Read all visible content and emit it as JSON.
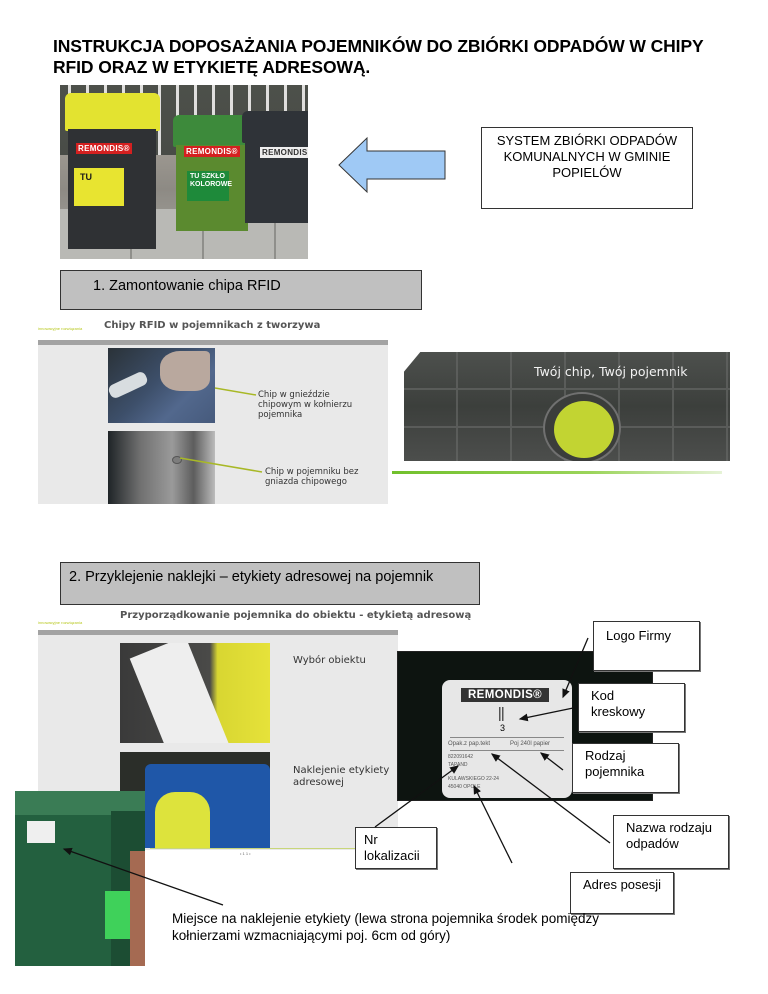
{
  "document": {
    "title": "INSTRUKCJA DOPOSAŻANIA POJEMNIKÓW DO ZBIÓRKI ODPADÓW W CHIPY RFID ORAZ W ETYKIETĘ ADRESOWĄ."
  },
  "header_photo": {
    "bins": [
      {
        "color": "#e3e330",
        "sticker": "REMONDIS®",
        "sign": "TU"
      },
      {
        "color": "#5b8a2f",
        "sticker": "REMONDIS®",
        "sign": "TU SZKŁO KOLOROWE"
      },
      {
        "color": "#2f3338",
        "sticker": "REMONDIS"
      }
    ],
    "arrow_icon": "arrow-left-icon",
    "arrow_color": "#9fc9f5"
  },
  "system_box": {
    "text": "SYSTEM ZBIÓRKI ODPADÓW KOMUNALNYCH W GMINIE POPIELÓW"
  },
  "step1": {
    "label": "1.  Zamontowanie chipa RFID",
    "slide": {
      "title": "Chipy RFID w pojemnikach z tworzywa",
      "tag": "innowacyjne rozwiązania",
      "captions": [
        "Chip w gnieździe chipowym w kołnierzu pojemnika",
        "Chip w pojemniku bez gniazda chipowego"
      ]
    },
    "chip_photo": {
      "text": "Twój chip, Twój pojemnik",
      "chip_color": "#c2d432"
    }
  },
  "step2": {
    "label": "2. Przyklejenie naklejki – etykiety adresowej na pojemnik",
    "slide": {
      "title": "Przyporządkowanie pojemnika do obiektu - etykietą adresową",
      "tag": "innowacyjne rozwiązania",
      "captions": [
        "Wybór obiektu",
        "Naklejenie etykiety adresowej"
      ],
      "footer": "• 1 1 •"
    },
    "label_photo": {
      "logo": "REMONDIS®",
      "number": "3",
      "waste_type": "Opak.z pap.tekt",
      "container_type": "Poj 240l papier",
      "location_no": "822091642",
      "location_name": "TAPAND",
      "address_line1": "KULAWSKIEGO 22-24",
      "address_line2": "45040 OPOLE"
    },
    "callouts": {
      "logo": "Logo Firmy",
      "barcode": "Kod kreskowy",
      "container_type": "Rodzaj pojemnika",
      "waste_name": "Nazwa rodzaju odpadów",
      "location_no": "Nr lokalizacii",
      "address": "Adres posesji"
    },
    "placement_caption": "Miejsce na naklejenie etykiety (lewa strona pojemnika środek pomiędzy kołnierzami wzmacniającymi poj. 6cm od góry)"
  }
}
